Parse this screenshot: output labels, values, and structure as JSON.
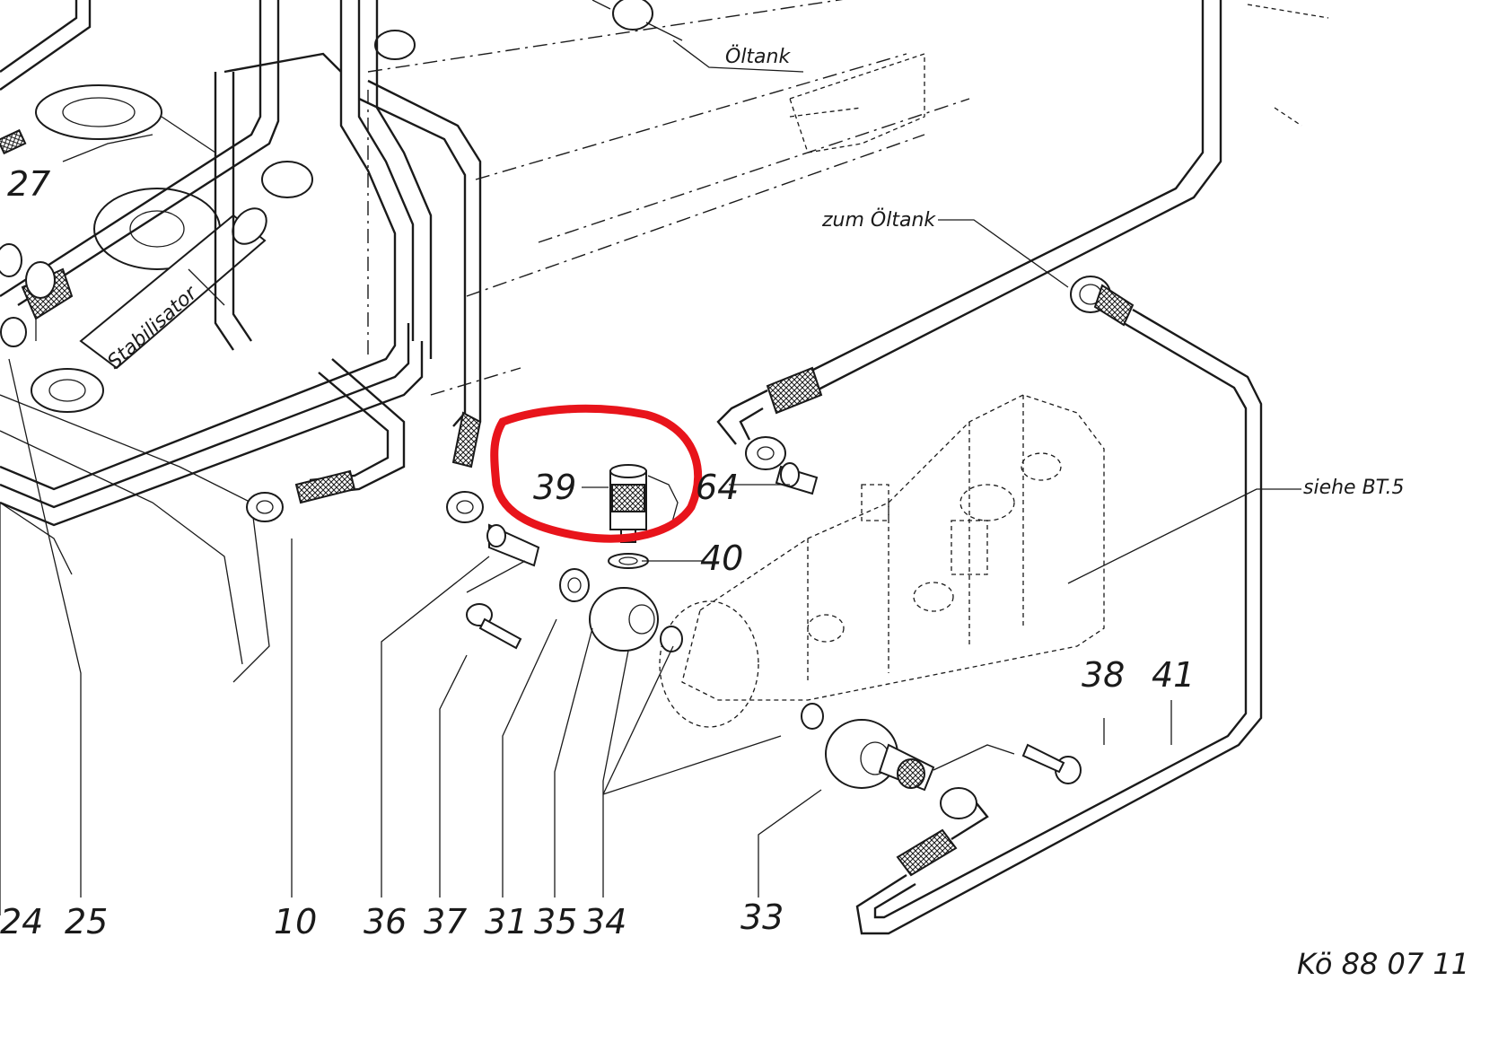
{
  "labels": {
    "oeltank_top": "Öltank",
    "zum_oeltank": "zum Öltank",
    "siehe_bt5": "siehe BT.5",
    "stabilisator": "Stabilisator",
    "drawing_ref": "Kö 88 07 11"
  },
  "part_numbers": {
    "p27": "27",
    "p39": "39",
    "p64": "64",
    "p40": "40",
    "p38": "38",
    "p41": "41",
    "p24": "24",
    "p25": "25",
    "p10": "10",
    "p36": "36",
    "p37": "37",
    "p31": "31",
    "p35": "35",
    "p34": "34",
    "p33": "33"
  },
  "highlight": {
    "color": "#e8141b",
    "target_part": "39"
  }
}
